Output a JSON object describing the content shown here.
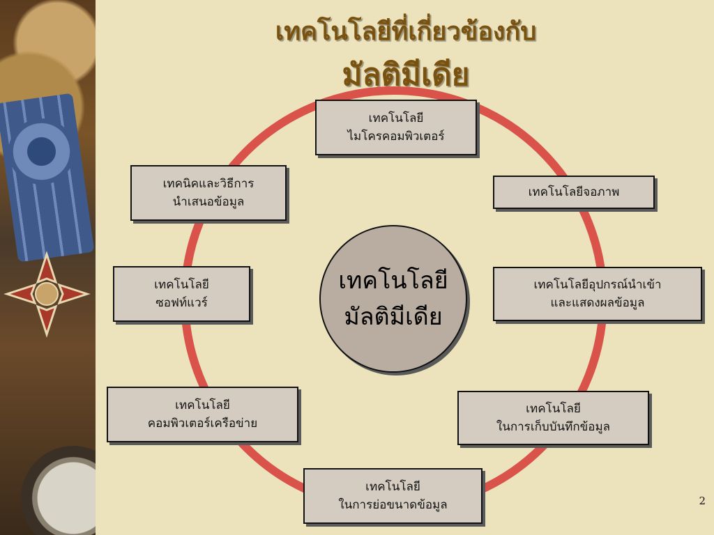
{
  "title": {
    "line1": "เทคโนโลยีที่เกี่ยวข้องกับ",
    "line2": "มัลติมีเดีย"
  },
  "center": {
    "line1": "เทคโนโลยี",
    "line2": "มัลติมีเดีย"
  },
  "nodes": [
    {
      "line1": "เทคโนโลยี",
      "line2": "ไมโครคอมพิวเตอร์"
    },
    {
      "line1": "เทคโนโลยีจอภาพ",
      "line2": ""
    },
    {
      "line1": "เทคโนโลยีอุปกรณ์นำเข้า",
      "line2": "และแสดงผลข้อมูล"
    },
    {
      "line1": "เทคโนโลยี",
      "line2": "ในการเก็บบันทึกข้อมูล"
    },
    {
      "line1": "เทคโนโลยี",
      "line2": "ในการย่อขนาดข้อมูล"
    },
    {
      "line1": "เทคโนโลยี",
      "line2": "คอมพิวเตอร์เครือข่าย"
    },
    {
      "line1": "เทคโนโลยี",
      "line2": "ซอฟท์แวร์"
    },
    {
      "line1": "เทคนิคและวิธีการ",
      "line2": "นำเสนอข้อมูล"
    }
  ],
  "page_number": "2",
  "colors": {
    "background": "#ece3bd",
    "ring": "#d9534a",
    "box_fill": "#d4ccc0",
    "title": "#7a5210"
  }
}
